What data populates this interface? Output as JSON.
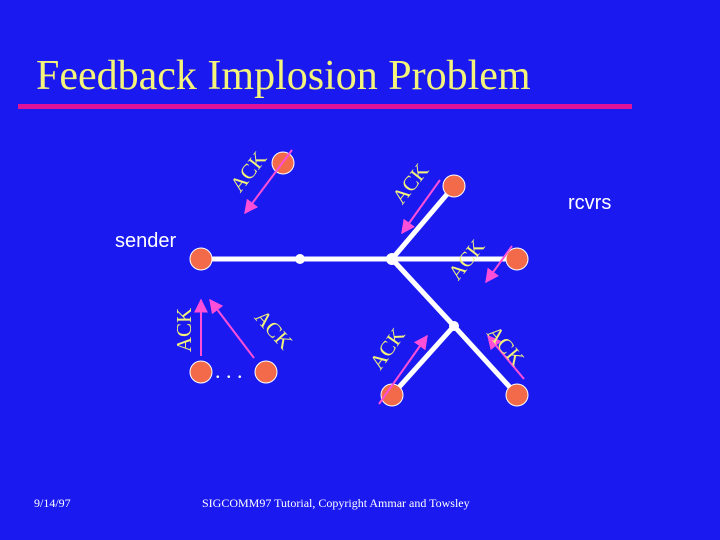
{
  "slide": {
    "title": "Feedback Implosion Problem",
    "sender_label": "sender",
    "receivers_label": "rcvrs",
    "ellipsis": ". . .",
    "footer_date": "9/14/97",
    "footer_credit": "SIGCOMM97 Tutorial, Copyright Ammar and Towsley"
  },
  "ack_labels": [
    "ACK",
    "ACK",
    "ACK",
    "ACK",
    "ACK",
    "ACK",
    "ACK"
  ],
  "colors": {
    "background": "#1a1af0",
    "title": "#f4f47a",
    "rule": "#e0129a",
    "node": "#f26a4a",
    "link": "#ffffff",
    "ack_arrow": "#ff4fd8",
    "ack_text": "#f4f47a"
  }
}
